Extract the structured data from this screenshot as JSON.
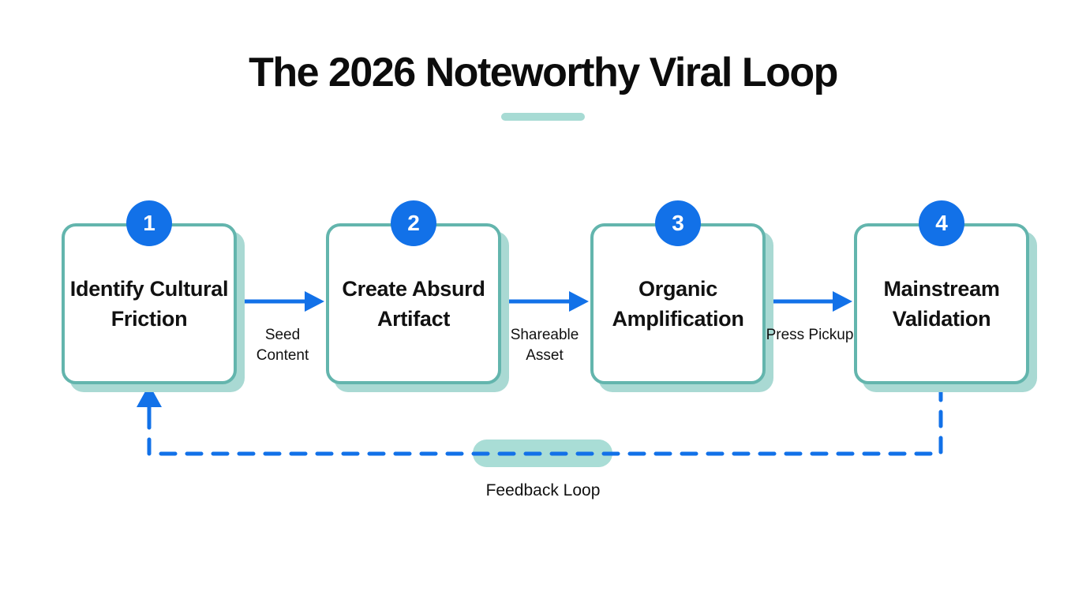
{
  "title": "The 2026 Noteworthy Viral Loop",
  "steps": [
    {
      "number": "1",
      "label": "Identify Cultural Friction"
    },
    {
      "number": "2",
      "label": "Create Absurd Artifact"
    },
    {
      "number": "3",
      "label": "Organic Amplification"
    },
    {
      "number": "4",
      "label": "Mainstream Validation"
    }
  ],
  "connectors": [
    {
      "label": "Seed Content"
    },
    {
      "label": "Shareable Asset"
    },
    {
      "label": "Press Pickup"
    }
  ],
  "feedback": {
    "label": "Feedback Loop"
  },
  "colors": {
    "accent_blue": "#1271e8",
    "teal_border": "#63b5ad",
    "teal_shadow": "#a9d9d3",
    "teal_highlight": "#a9ddd6",
    "text": "#111111",
    "background": "#ffffff"
  }
}
